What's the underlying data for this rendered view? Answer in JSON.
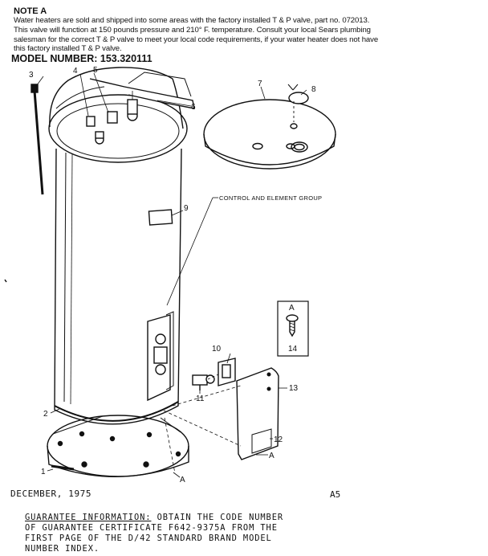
{
  "note": {
    "title": "NOTE A",
    "lines": [
      "Water heaters are sold and shipped into some areas with the factory installed T & P valve, part no. 072013.",
      "This valve will function at 150 pounds pressure and 210° F. temperature.  Consult your local Sears plumbing",
      "salesman for the correct T & P valve to meet your local code requirements, if your water heater does not have",
      "this factory installed T & P valve."
    ]
  },
  "model_number": "MODEL NUMBER:  153.320111",
  "callouts": {
    "1": "1",
    "2": "2",
    "3": "3",
    "4": "4",
    "5": "5",
    "6": "6",
    "7": "7",
    "8": "8",
    "9": "9",
    "10": "10",
    "11": "11",
    "12": "12",
    "13": "13",
    "14": "14",
    "a": "A",
    "control_group": "CONTROL AND ELEMENT GROUP"
  },
  "footer": {
    "date": "DECEMBER, 1975",
    "page_code": "A5"
  },
  "guarantee": {
    "heading": "GUARANTEE INFORMATION:",
    "line1_rest": "  OBTAIN THE CODE NUMBER",
    "lines": [
      "OF GUARANTEE CERTIFICATE F642-9375A FROM THE",
      "FIRST PAGE OF THE D/42 STANDARD BRAND MODEL",
      "NUMBER INDEX."
    ]
  }
}
